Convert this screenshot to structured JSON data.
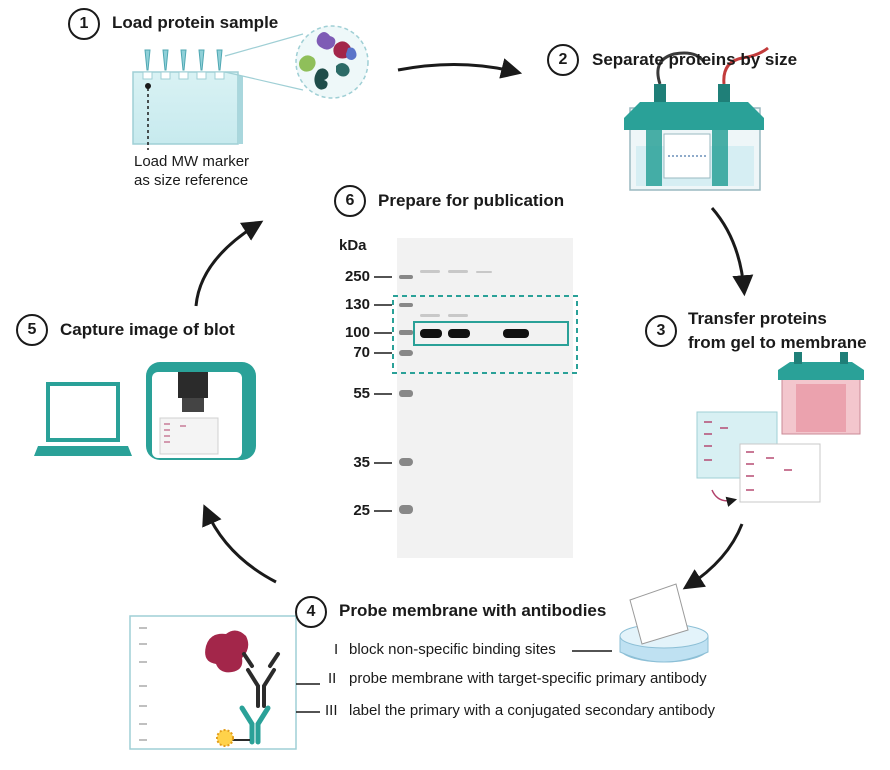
{
  "steps": [
    {
      "number": "1",
      "title": "Load protein sample"
    },
    {
      "number": "2",
      "title": "Separate proteins by size"
    },
    {
      "number": "3",
      "title": "Transfer proteins",
      "title_line2": "from gel to membrane"
    },
    {
      "number": "4",
      "title": "Probe membrane with antibodies"
    },
    {
      "number": "5",
      "title": "Capture image of blot"
    },
    {
      "number": "6",
      "title": "Prepare for publication"
    }
  ],
  "marker_note": {
    "line1": "Load MW marker",
    "line2": "as size reference"
  },
  "probe_substeps": [
    {
      "numeral": "I",
      "text": "block non-specific binding sites"
    },
    {
      "numeral": "II",
      "text": "probe membrane with target-specific primary antibody"
    },
    {
      "numeral": "III",
      "text": "label the primary with a conjugated secondary antibody"
    }
  ],
  "blot": {
    "unit": "kDa",
    "markers": [
      "250",
      "130",
      "100",
      "70",
      "55",
      "35",
      "25"
    ]
  },
  "colors": {
    "teal": "#2aa198",
    "teal_dark": "#1f7f78",
    "light_teal": "#cfeeee",
    "protein_red": "#a3264a",
    "protein_green": "#8fbf5a",
    "protein_purple": "#7e5bb5",
    "protein_blue": "#5a74c9",
    "text": "#1a1a1a"
  }
}
